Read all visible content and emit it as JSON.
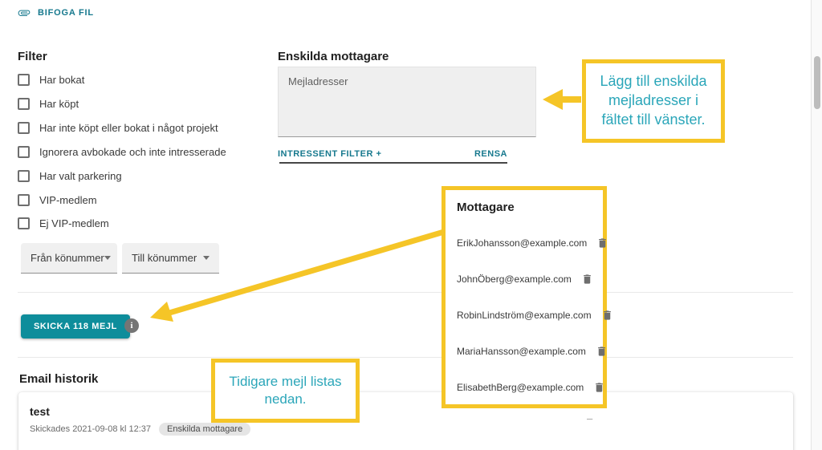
{
  "colors": {
    "accent_teal": "#0e8d9b",
    "link_teal": "#17798e",
    "annotation_yellow": "#f5c527",
    "annotation_text_teal": "#2ba6b9"
  },
  "attach": {
    "label": "BIFOGA FIL",
    "icon": "paperclip-icon"
  },
  "filter": {
    "title": "Filter",
    "items": [
      "Har bokat",
      "Har köpt",
      "Har inte köpt eller bokat i något projekt",
      "Ignorera avbokade och inte intresserade",
      "Har valt parkering",
      "VIP-medlem",
      "Ej VIP-medlem"
    ]
  },
  "queue_selects": {
    "from_label": "Från könummer",
    "to_label": "Till könummer"
  },
  "send": {
    "button_label": "SKICKA 118 MEJL",
    "info_icon": "i"
  },
  "recipients_input": {
    "title": "Enskilda mottagare",
    "placeholder": "Mejladresser",
    "filter_link": "INTRESSENT FILTER +",
    "clear_link": "RENSA"
  },
  "recipients_list": {
    "title": "Mottagare",
    "emails": [
      "ErikJohansson@example.com",
      "JohnÖberg@example.com",
      "RobinLindström@example.com",
      "MariaHansson@example.com",
      "ElisabethBerg@example.com"
    ]
  },
  "history": {
    "title": "Email historik",
    "entry": {
      "subject": "test",
      "sent": "Skickades 2021-09-08 kl 12:37",
      "badge": "Enskilda mottagare"
    }
  },
  "annotations": {
    "add_addresses": "Lägg till enskilda mejladresser i fältet till vänster.",
    "previous_mails": "Tidigare mejl listas nedan."
  },
  "misc": {
    "dash": "–"
  }
}
